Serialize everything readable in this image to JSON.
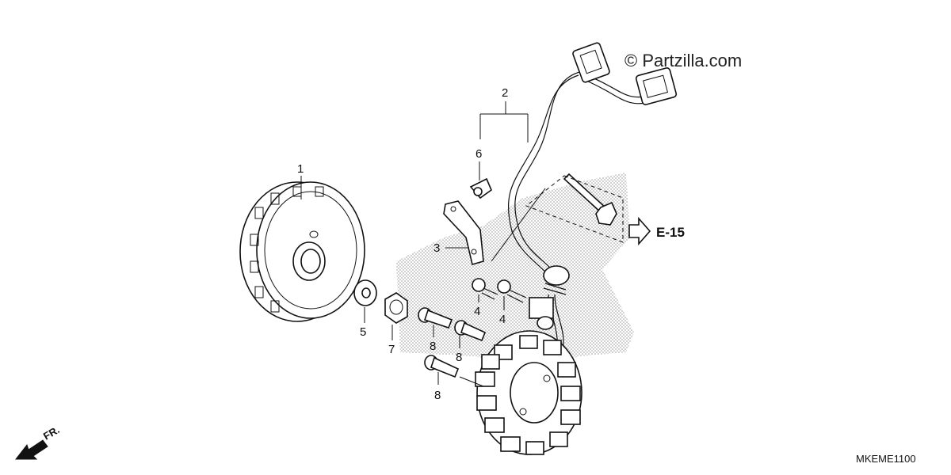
{
  "watermark": "© Partzilla.com",
  "reference_label": "E-15",
  "diagram_code": "MKEME1100",
  "direction_label": "FR.",
  "callouts": [
    "1",
    "2",
    "3",
    "4",
    "4",
    "5",
    "6",
    "7",
    "8",
    "8",
    "8"
  ],
  "icons": [
    "flywheel",
    "stator",
    "wire-harness",
    "connector",
    "bracket",
    "clamp",
    "washer",
    "nut",
    "bolt",
    "hollow-arrow",
    "front-arrow"
  ]
}
